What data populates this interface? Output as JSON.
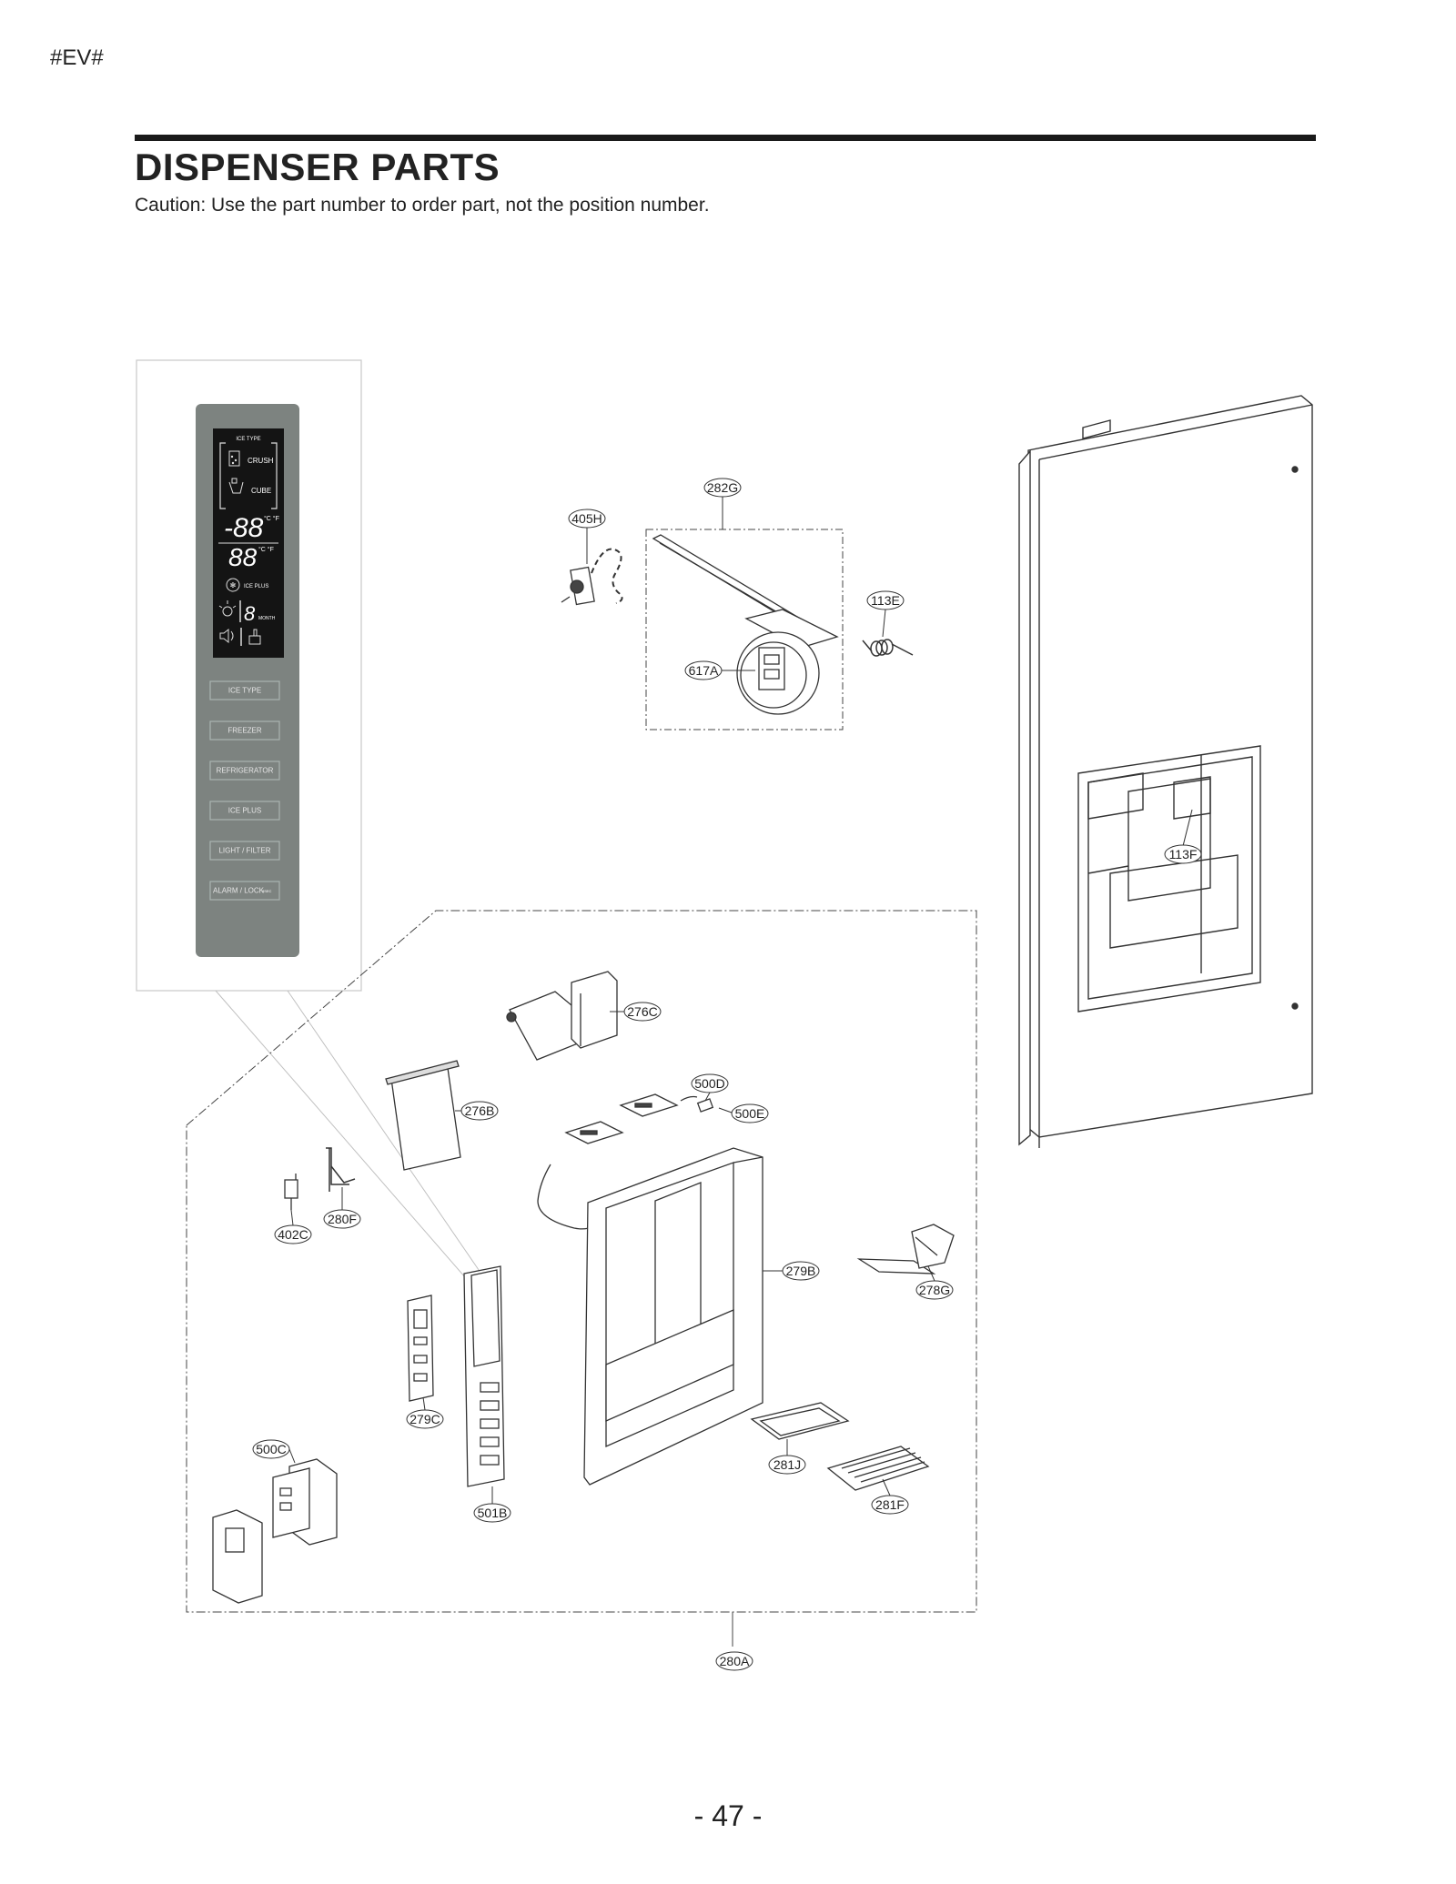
{
  "header": {
    "doc_code": "#EV#",
    "title": "DISPENSER PARTS",
    "caution": "Caution: Use the part number to order part, not the position number."
  },
  "footer": {
    "page_number": "- 47 -"
  },
  "control_panel": {
    "display": {
      "ice_type_label": "ICE TYPE",
      "crush_label": "CRUSH",
      "cube_label": "CUBE",
      "freezer_readout": "-88",
      "fridge_readout": "88",
      "temp_units": "°C °F",
      "ice_plus_label": "ICE PLUS",
      "filter_digit": "8",
      "filter_units": "MONTH"
    },
    "buttons": [
      "ICE TYPE",
      "FREEZER",
      "REFRIGERATOR",
      "ICE PLUS",
      "LIGHT / FILTER",
      "ALARM / LOCK"
    ],
    "alarm_lock_suffix": "3SEC"
  },
  "parts": {
    "p405H": "405H",
    "p282G": "282G",
    "p113E": "113E",
    "p617A": "617A",
    "p113F": "113F",
    "p276C": "276C",
    "p500D": "500D",
    "p500E": "500E",
    "p276B": "276B",
    "p280F": "280F",
    "p402C": "402C",
    "p279B": "279B",
    "p278G": "278G",
    "p279C": "279C",
    "p500C": "500C",
    "p281J": "281J",
    "p501B": "501B",
    "p281F": "281F",
    "p280A": "280A"
  }
}
